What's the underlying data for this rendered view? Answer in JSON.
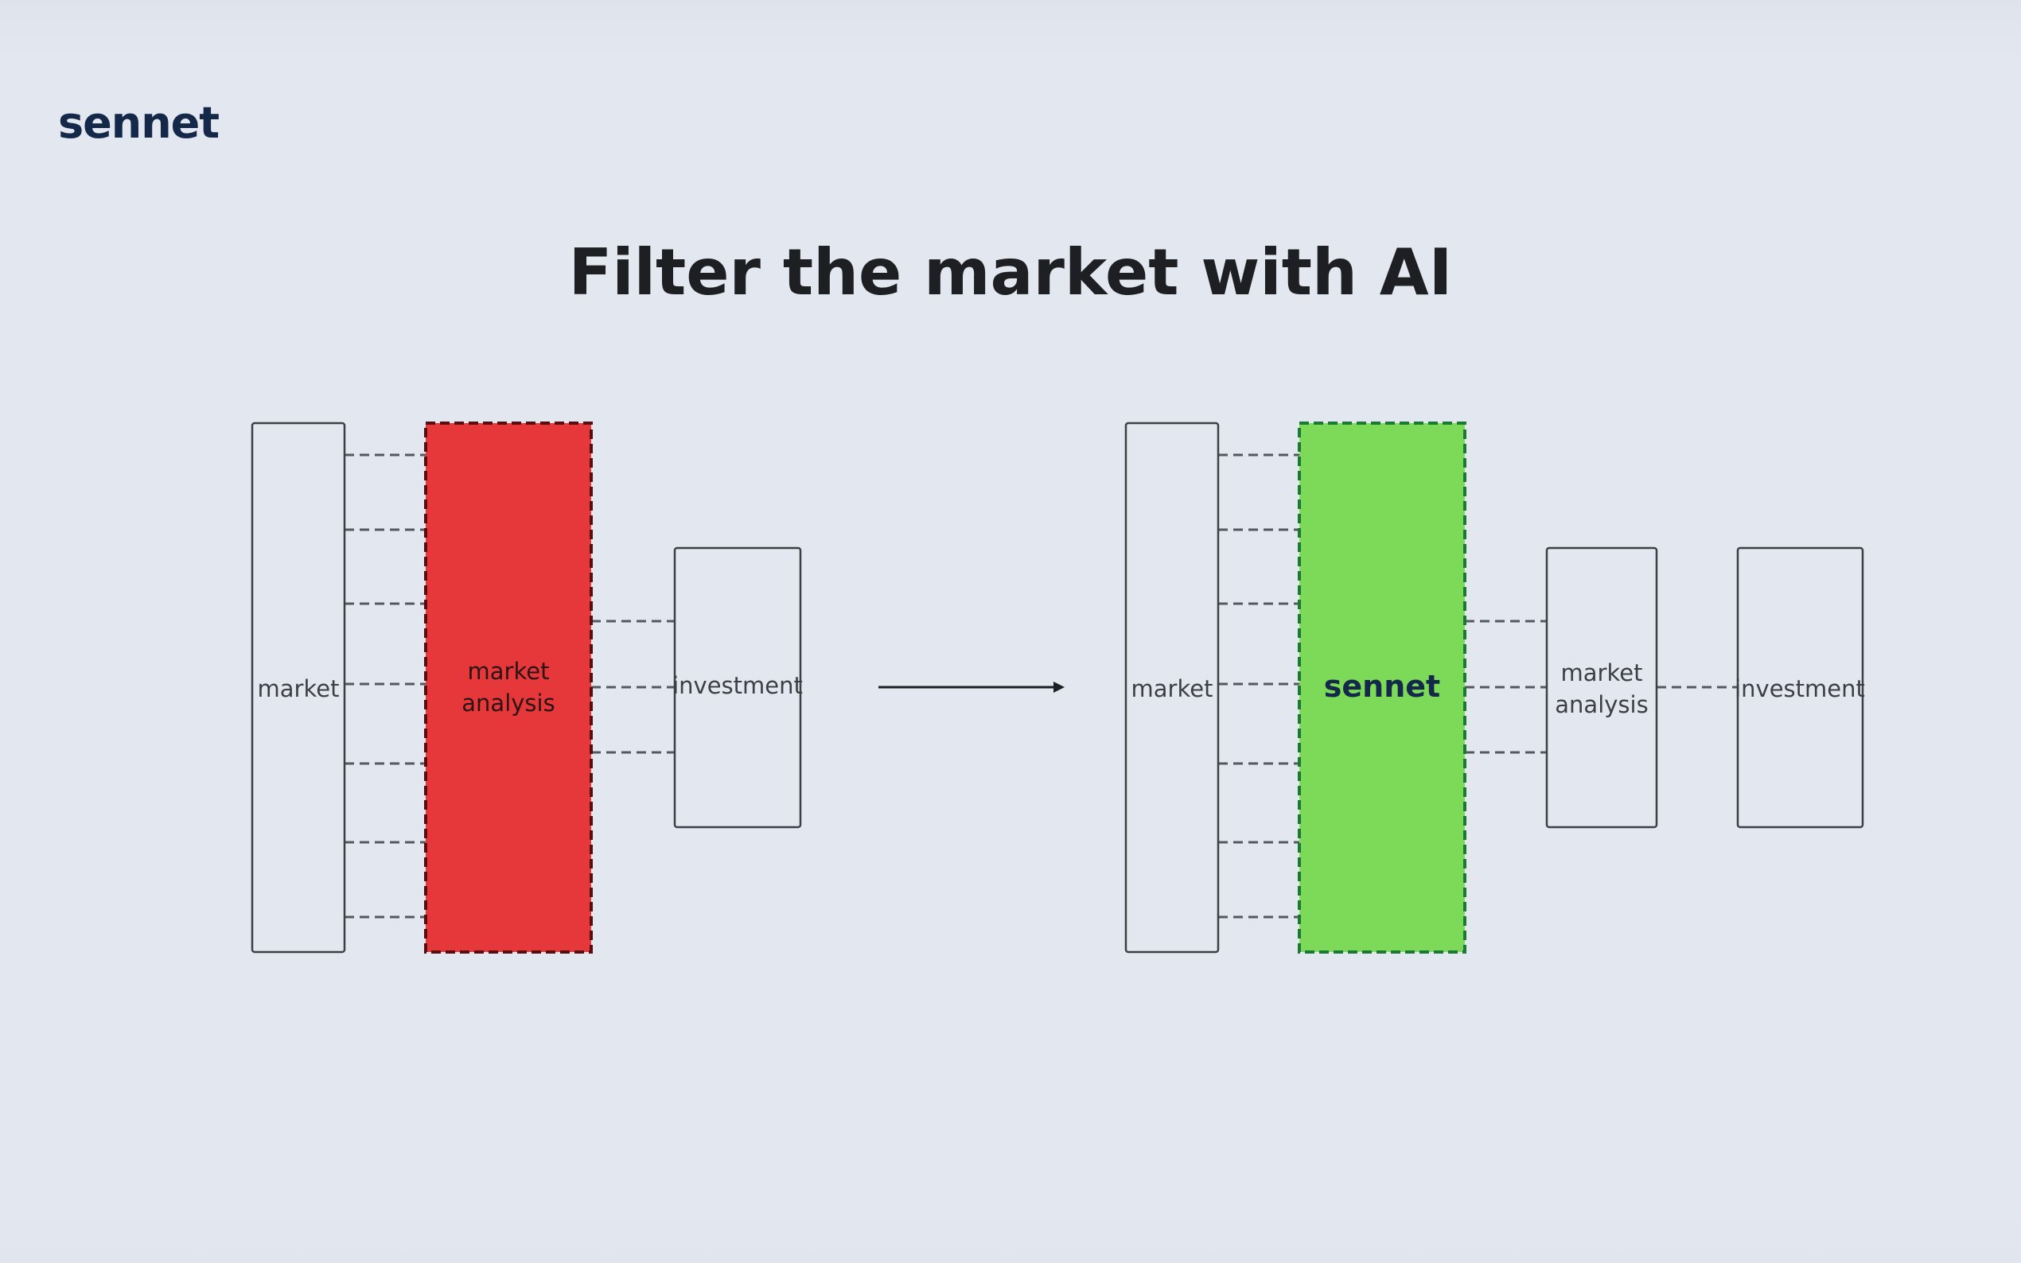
{
  "logo": {
    "text": "sennet"
  },
  "title": "Filter the market with AI",
  "colors": {
    "background": "#e3e8f0",
    "before_filter": "#e6373b",
    "after_filter": "#7dd958",
    "logo": "#14284a"
  },
  "before": {
    "market": "market",
    "analysis_line1": "market",
    "analysis_line2": "analysis",
    "investment": "investment"
  },
  "after": {
    "market": "market",
    "filter": "sennet",
    "analysis_line1": "market",
    "analysis_line2": "analysis",
    "investment": "investment"
  }
}
